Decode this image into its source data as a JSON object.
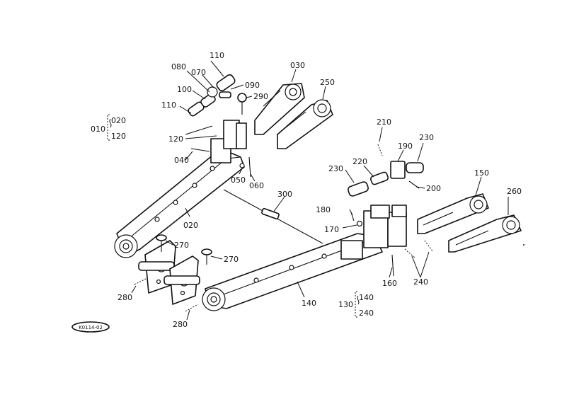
{
  "diagram_code": "K0114-02",
  "labels": {
    "p010": "010",
    "p020a": "020",
    "p120a": "120",
    "tilde1": "⁀",
    "p020": "020",
    "p030": "030",
    "p040": "040",
    "p050": "050",
    "p060": "060",
    "p070": "070",
    "p080": "080",
    "p090": "090",
    "p100": "100",
    "p110a": "110",
    "p110b": "110",
    "p120": "120",
    "p130": "130",
    "p140a": "140",
    "p240a": "240",
    "p140": "140",
    "p150": "150",
    "p160": "160",
    "p170": "170",
    "p180": "180",
    "p190": "190",
    "p200": "200",
    "p210": "210",
    "p220": "220",
    "p230a": "230",
    "p230b": "230",
    "p240": "240",
    "p250": "250",
    "p260": "260",
    "p270a": "270",
    "p270b": "270",
    "p280a": "280",
    "p280b": "280",
    "p290": "290",
    "p300": "300"
  }
}
